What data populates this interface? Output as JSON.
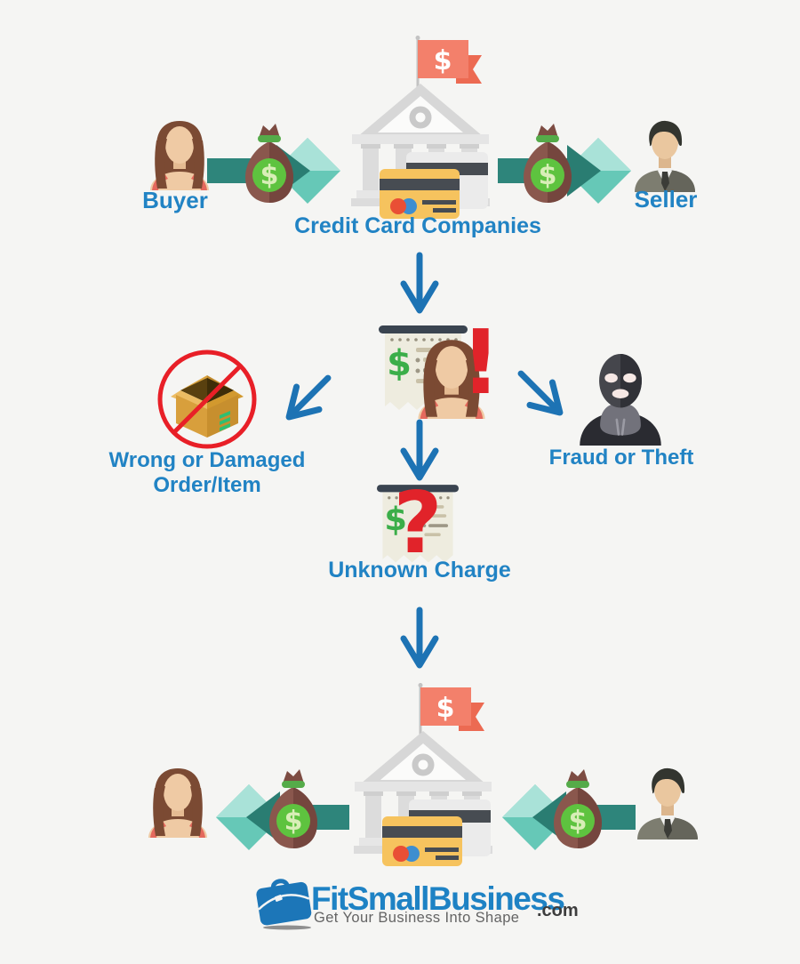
{
  "page": {
    "background": "#f5f5f3"
  },
  "icons": {
    "dollar": "$",
    "exclamation": "!",
    "question": "?"
  },
  "top_flow": {
    "buyer_label": "Buyer",
    "seller_label": "Seller",
    "bank_label": "Credit Card Companies"
  },
  "dispute": {
    "wrong_item": {
      "line1": "Wrong or Damaged",
      "line2": "Order/Item"
    },
    "unknown_charge": {
      "label": "Unknown Charge"
    },
    "fraud": {
      "label": "Fraud or Theft"
    }
  },
  "logo": {
    "brand": "FitSmallBusiness",
    "tld": ".com",
    "tagline": "Get Your Business Into Shape"
  },
  "colors": {
    "label_blue": "#2183c4",
    "arrow_blue": "#1d73b4",
    "alert_red": "#e1232a",
    "teal_dark": "#2e857b",
    "teal_light": "#66c8b7",
    "bag_brown": "#8a574d",
    "money_green": "#5ec33f",
    "flag_orange": "#f3806b",
    "card_yellow": "#f6c35e",
    "logo_blue": "#1e82c4",
    "logo_gray": "#646464"
  }
}
